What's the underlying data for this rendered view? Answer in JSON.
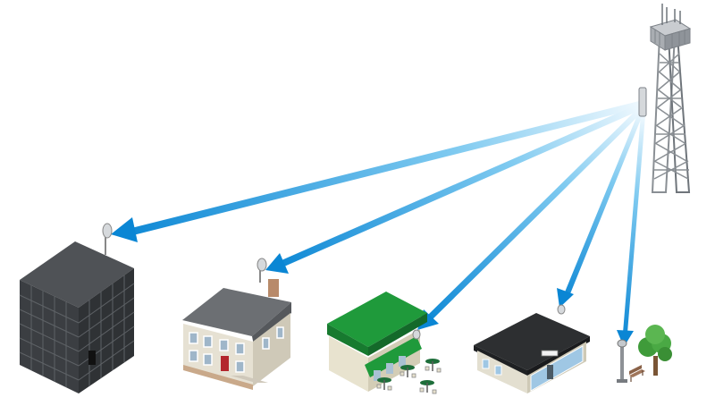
{
  "diagram": {
    "background": "#ffffff",
    "beam_color_start": "#e8f6fd",
    "beam_color_end": "#0a86d4",
    "tower": {
      "icon": "cell-tower-icon"
    },
    "endpoints": [
      {
        "id": "office-tower",
        "icon": "office-building-icon"
      },
      {
        "id": "house",
        "icon": "house-icon"
      },
      {
        "id": "cafe",
        "icon": "cafe-icon"
      },
      {
        "id": "shop",
        "icon": "shop-icon"
      },
      {
        "id": "street-lamp",
        "icon": "street-lamp-icon"
      }
    ]
  }
}
